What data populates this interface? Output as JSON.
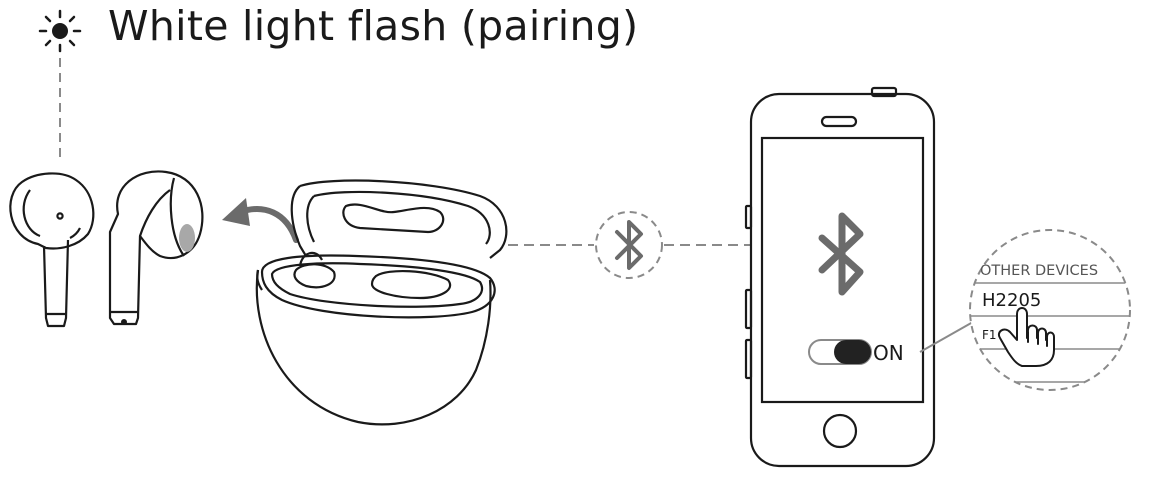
{
  "header": {
    "icon": "light-flash-icon",
    "title": "White light flash (pairing)"
  },
  "phone": {
    "bluetooth_icon": "bluetooth-icon",
    "toggle_label": "ON",
    "toggle_state": "on"
  },
  "device_list": {
    "heading": "OTHER DEVICES",
    "items": [
      "H2205",
      "F1"
    ],
    "selected": "H2205",
    "pointer_icon": "hand-pointer-icon"
  },
  "connector": {
    "icon": "bluetooth-icon"
  },
  "colors": {
    "line": "#1a1a1a",
    "dashed": "#8a8a8a",
    "arrow": "#6b6b6b",
    "sensor": "#a8a8a8",
    "toggle_knob": "#222222"
  }
}
